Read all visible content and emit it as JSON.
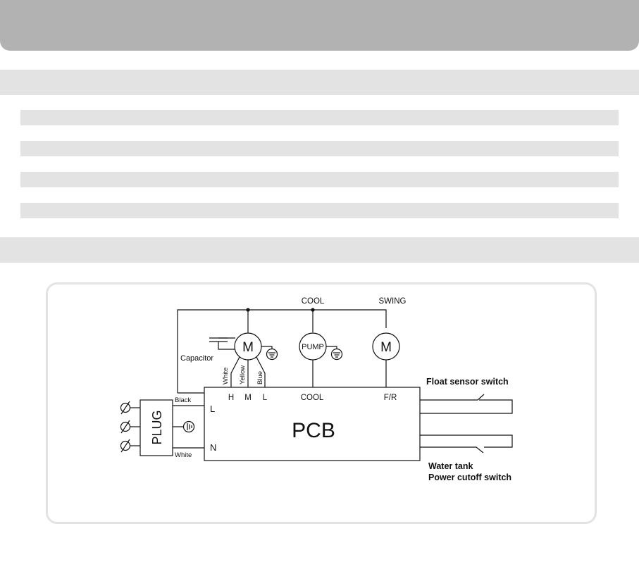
{
  "diagram": {
    "pcb_label": "PCB",
    "plug_label": "PLUG",
    "terminals": {
      "L": "L",
      "N": "N"
    },
    "wire_colors": {
      "black": "Black",
      "white": "White"
    },
    "fan_taps": [
      "H",
      "M",
      "L"
    ],
    "fan_wires": [
      "White",
      "Yellow",
      "Blue"
    ],
    "motor_symbol": "M",
    "pump_label": "PUMP",
    "capacitor_label": "Capacitor",
    "cool_top": "COOL",
    "swing_top": "SWING",
    "cool_terminal": "COOL",
    "fr_terminal": "F/R",
    "float_switch_label": "Float sensor switch",
    "water_tank_label": "Water tank",
    "power_cutoff_label": "Power cutoff switch"
  }
}
